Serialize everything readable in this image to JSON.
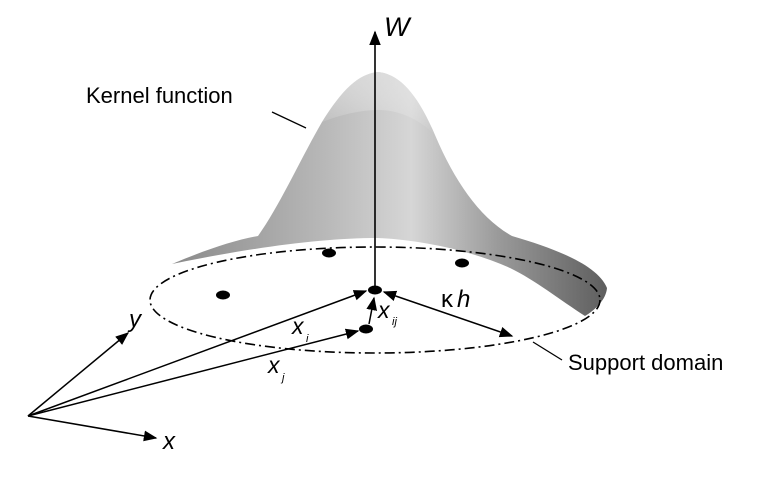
{
  "labels": {
    "w_axis": "W",
    "kernel": "Kernel function",
    "support": "Support domain",
    "kappa": "κ",
    "h": "h",
    "x_axis": "x",
    "y_axis": "y",
    "xi_base": "x",
    "xi_sub": "i",
    "xj_base": "x",
    "xj_sub": "j",
    "xij_base": "x",
    "xij_sub": "ij"
  },
  "colors": {
    "surface_light": "#d8d8d8",
    "surface_dark": "#6e6e6e",
    "line": "#000000"
  }
}
